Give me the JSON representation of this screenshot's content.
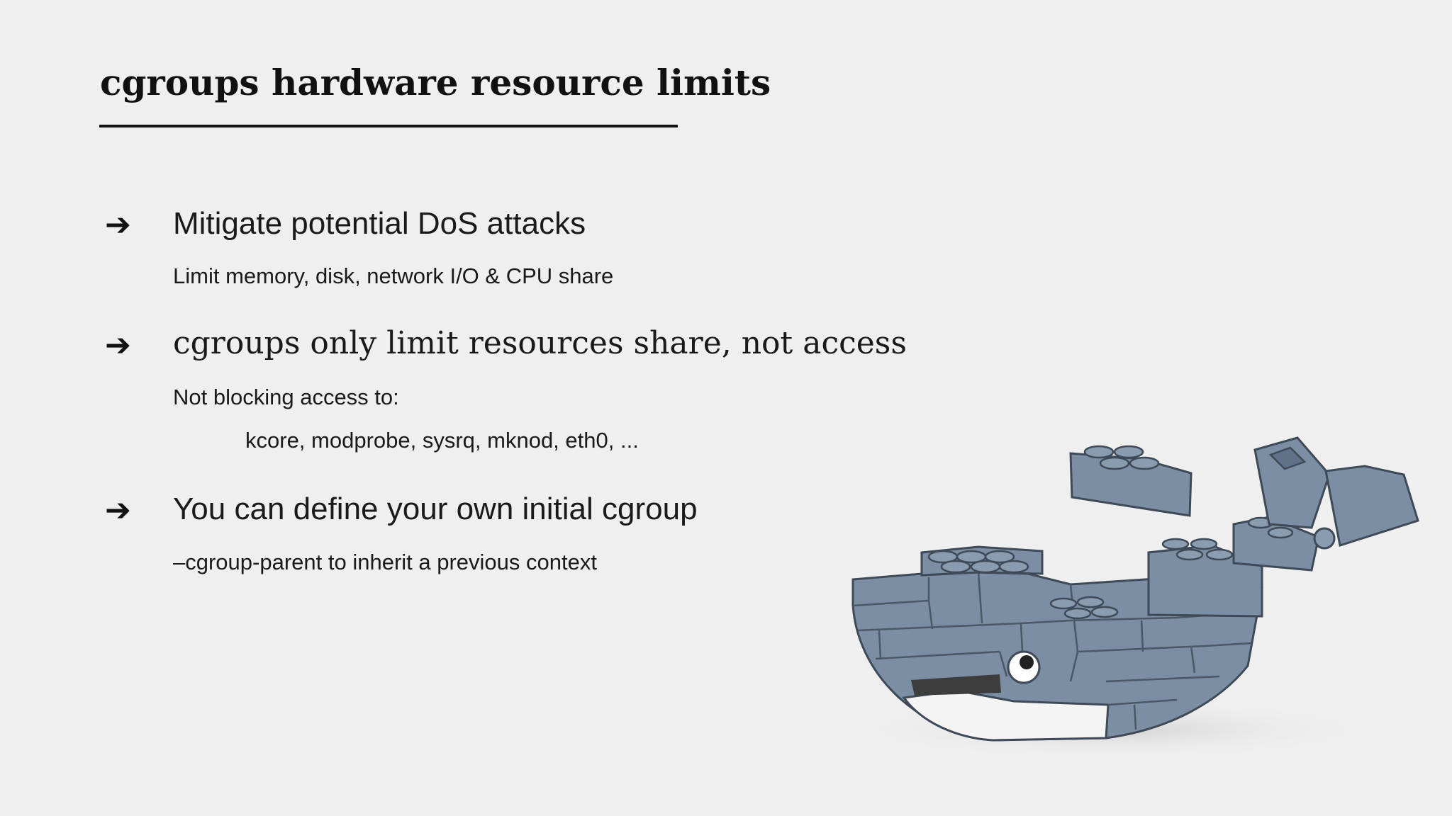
{
  "slide": {
    "title": "cgroups hardware resource limits"
  },
  "bullets": [
    {
      "arrow": "➔",
      "heading": "Mitigate potential DoS attacks",
      "sub": [
        "Limit memory, disk, network I/O & CPU share"
      ]
    },
    {
      "arrow": "➔",
      "heading": "cgroups only limit resources share, not access",
      "sub": [
        "Not blocking access to:",
        "kcore, modprobe, sysrq, mknod, eth0, ..."
      ]
    },
    {
      "arrow": "➔",
      "heading": "You can define your own initial cgroup",
      "sub": [
        "–cgroup-parent to inherit a previous context"
      ]
    }
  ],
  "illustration": {
    "icon": "lego-whale-illustration",
    "colors": {
      "brick": "#7b8ea3",
      "brick_dark": "#5f7287",
      "outline": "#3e4a57",
      "belly": "#f4f4f4",
      "shadow": "#d4d4d4"
    }
  }
}
